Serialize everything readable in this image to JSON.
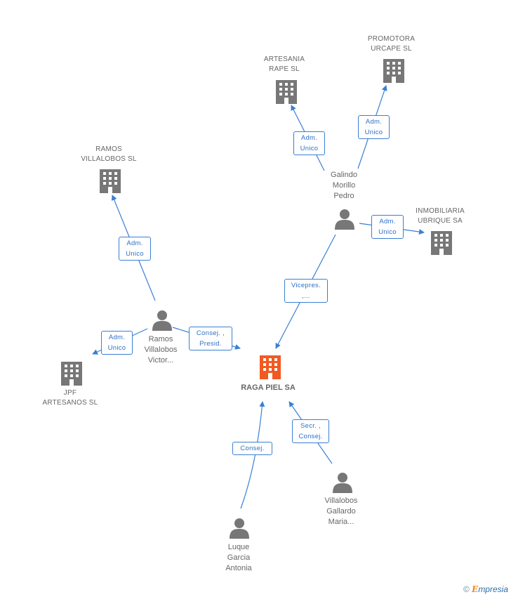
{
  "nodes": {
    "center": {
      "label": "RAGA PIEL SA"
    },
    "artesania": {
      "label": "ARTESANIA\nRAPE SL"
    },
    "promotora": {
      "label": "PROMOTORA\nURCAPE  SL"
    },
    "ramos_sl": {
      "label": "RAMOS\nVILLALOBOS SL"
    },
    "inmobiliaria": {
      "label": "INMOBILIARIA\nUBRIQUE SA"
    },
    "jpf": {
      "label": "JPF\nARTESANOS SL"
    },
    "galindo": {
      "label": "Galindo\nMorillo\nPedro"
    },
    "ramos_victor": {
      "label": "Ramos\nVillalobos\nVictor..."
    },
    "villalobos_maria": {
      "label": "Villalobos\nGallardo\nMaria..."
    },
    "luque": {
      "label": "Luque\nGarcia\nAntonia"
    }
  },
  "relations": {
    "galindo_artesania": "Adm.\nUnico",
    "galindo_promotora": "Adm.\nUnico",
    "galindo_inmobiliaria": "Adm.\nUnico",
    "galindo_center": "Vicepres.\n,...",
    "victor_ramos_sl": "Adm.\nUnico",
    "victor_jpf": "Adm.\nUnico",
    "victor_center": "Consej. ,\nPresid.",
    "maria_center": "Secr. ,\nConsej.",
    "luque_center": "Consej."
  },
  "colors": {
    "edge": "#3a7fd5",
    "icon": "#777777",
    "center_icon": "#f15a22"
  },
  "icons": {
    "company": "building-icon",
    "person": "person-icon"
  },
  "brand": {
    "symbol": "©",
    "name_initial": "E",
    "name_rest": "mpresia"
  }
}
